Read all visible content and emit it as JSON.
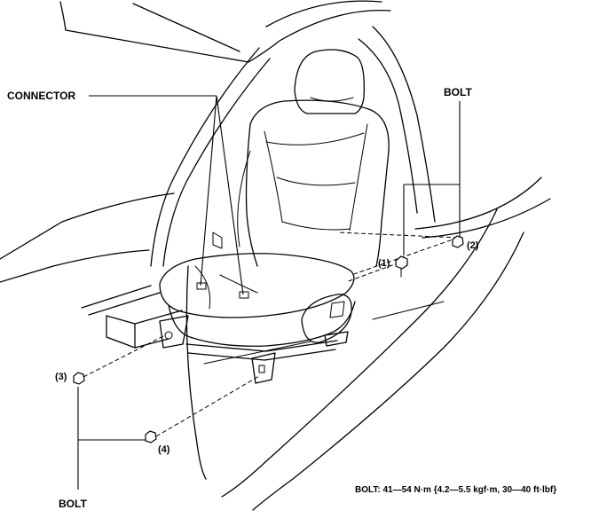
{
  "labels": {
    "connector": "CONNECTOR",
    "bolt_top": "BOLT",
    "bolt_bottom": "BOLT",
    "bolt_1": "(1)",
    "bolt_2": "(2)",
    "bolt_3": "(3)",
    "bolt_4": "(4)",
    "torque_spec": "BOLT: 41—54 N·m {4.2—5.5 kgf·m, 30—40 ft·lbf}"
  }
}
